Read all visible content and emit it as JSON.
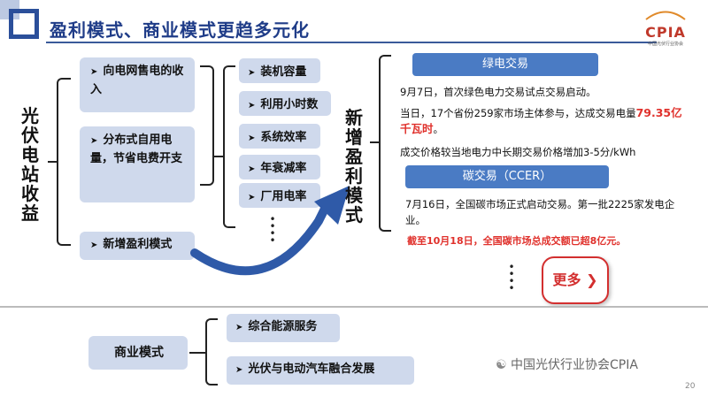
{
  "title": "盈利模式、商业模式更趋多元化",
  "logo": {
    "text": "CPIA",
    "sub": "中国光伏行业协会"
  },
  "left_vertical": "光伏电站收益",
  "revenue_items": [
    "向电网售电的收入",
    "分布式自用电量，节省电费开支",
    "新增盈利模式"
  ],
  "factors": [
    "装机容量",
    "利用小时数",
    "系统效率",
    "年衰减率",
    "厂用电率"
  ],
  "middle_vertical": "新增盈利模式",
  "green_power": {
    "header": "绿电交易",
    "line1": "9月7日，首次绿色电力交易试点交易启动。",
    "line2a": "当日，17个省份259家市场主体参与，达成交易电量",
    "line2b": "79.35亿千瓦时",
    "line2c": "。",
    "line3": "成交价格较当地电力中长期交易价格增加3-5分/kWh"
  },
  "carbon": {
    "header": "碳交易（CCER）",
    "line1": "7月16日，全国碳市场正式启动交易。第一批2225家发电企业。",
    "line2": "截至10月18日，全国碳市场总成交额已超8亿元。"
  },
  "more_button": "更多",
  "business_label": "商业模式",
  "business_items": [
    "综合能源服务",
    "光伏与电动汽车融合发展"
  ],
  "wechat_label": "中国光伏行业协会CPIA",
  "page_number": "20",
  "colors": {
    "title": "#1f3c88",
    "box": "#cfd9ec",
    "header_blue": "#4a7bc4",
    "highlight": "#e0312c"
  }
}
